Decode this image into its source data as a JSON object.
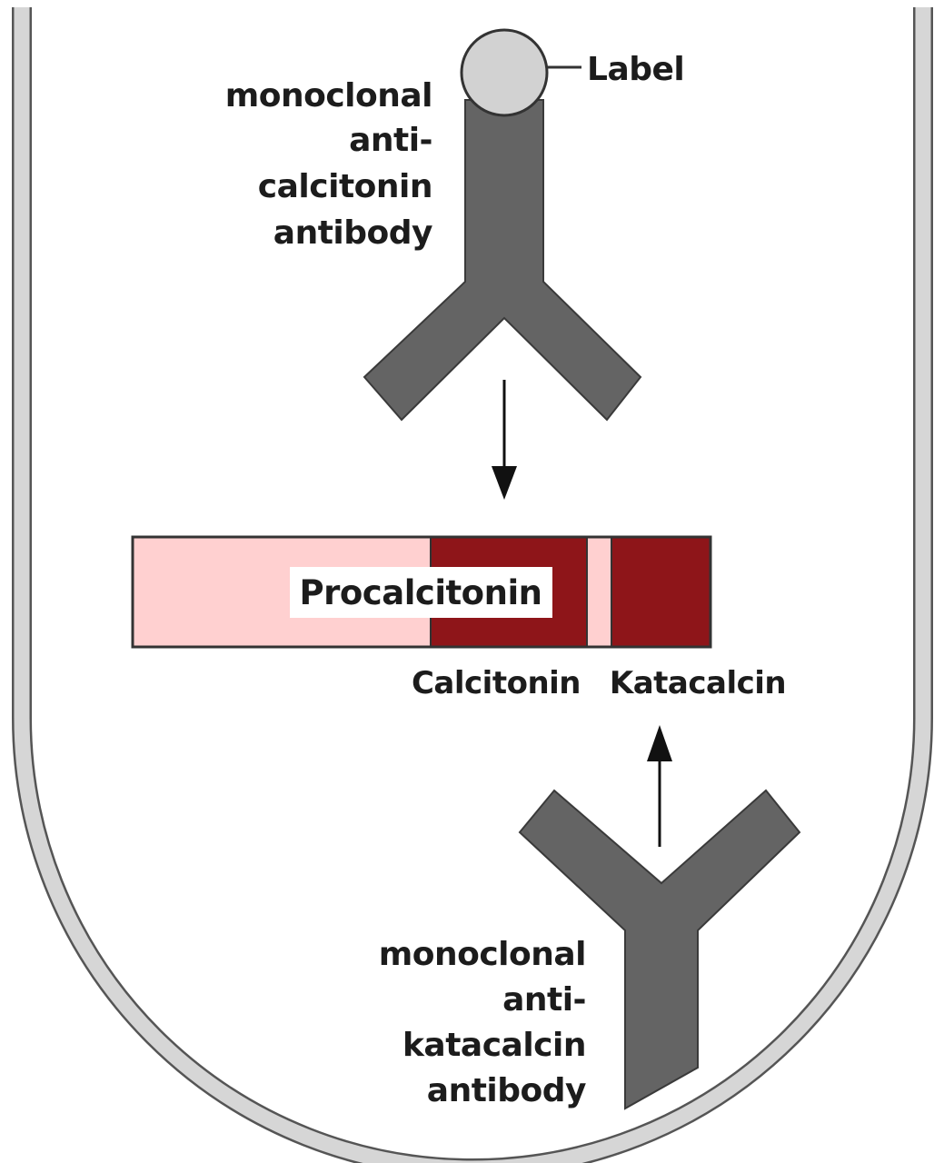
{
  "diagram": {
    "labels": {
      "label": "Label",
      "top_antibody": [
        "monoclonal",
        "anti-",
        "calcitonin",
        "antibody"
      ],
      "procalcitonin": "Procalcitonin",
      "calcitonin": "Calcitonin",
      "katacalcin": "Katacalcin",
      "bottom_antibody": [
        "monoclonal",
        "anti-",
        "katacalcin",
        "antibody"
      ]
    },
    "colors": {
      "antibody": "#646464",
      "antibody_outline": "#3a3a3a",
      "label_circle": "#d2d2d2",
      "tube_wall": "#d6d6d6",
      "tube_outline": "#555555",
      "procalcitonin_light": "#ffd0d0",
      "calcitonin_segment": "#8e1519",
      "katacalcin_segment": "#8e1519",
      "bar_outline": "#333333",
      "arrow": "#111111"
    }
  }
}
